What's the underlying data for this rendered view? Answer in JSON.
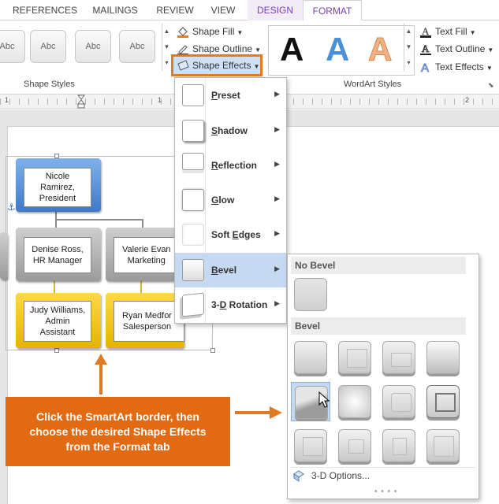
{
  "ribbon_tabs": [
    "REFERENCES",
    "MAILINGS",
    "REVIEW",
    "VIEW",
    "DESIGN",
    "FORMAT"
  ],
  "shape_styles": {
    "thumb_labels": [
      "Abc",
      "Abc",
      "Abc",
      "Abc"
    ],
    "group_label": "Shape Styles"
  },
  "shape_commands": {
    "fill": "Shape Fill",
    "outline": "Shape Outline",
    "effects": "Shape Effects"
  },
  "wordart": {
    "letters": [
      "A",
      "A",
      "A"
    ],
    "fill": "Text Fill",
    "outline": "Text Outline",
    "effects": "Text Effects",
    "group_label": "WordArt Styles"
  },
  "ruler_labels": [
    "1",
    "1",
    "2"
  ],
  "smartart": {
    "top": "Nicole\nRamirez,\nPresident",
    "mid_left": "Denise Ross,\nHR Manager",
    "mid_right": "Valerie Evan\nMarketing",
    "bot_left": "Judy Williams,\nAdmin\nAssistant",
    "bot_right": "Ryan Medfor\nSalesperson"
  },
  "effects_menu": [
    {
      "label": "Preset",
      "key": "P"
    },
    {
      "label": "Shadow",
      "key": "S"
    },
    {
      "label": "Reflection",
      "key": "R"
    },
    {
      "label": "Glow",
      "key": "G"
    },
    {
      "label": "Soft Edges",
      "key": "E"
    },
    {
      "label": "Bevel",
      "key": "B"
    },
    {
      "label": "3-D Rotation",
      "key": "D"
    }
  ],
  "bevel_gallery": {
    "no_bevel_header": "No Bevel",
    "bevel_header": "Bevel",
    "options_label": "3-D Options...",
    "selected_index": 4
  },
  "callout_text": "Click the SmartArt border, then choose the desired Shape Effects from the Format tab",
  "colors": {
    "accent_orange": "#e07b24",
    "callout_orange": "#e26a12",
    "format_tab_purple": "#7a3fb3",
    "hover_blue": "#c5d9f1",
    "wordart_blue": "#4a90d9",
    "wordart_peach": "#f4b183"
  }
}
